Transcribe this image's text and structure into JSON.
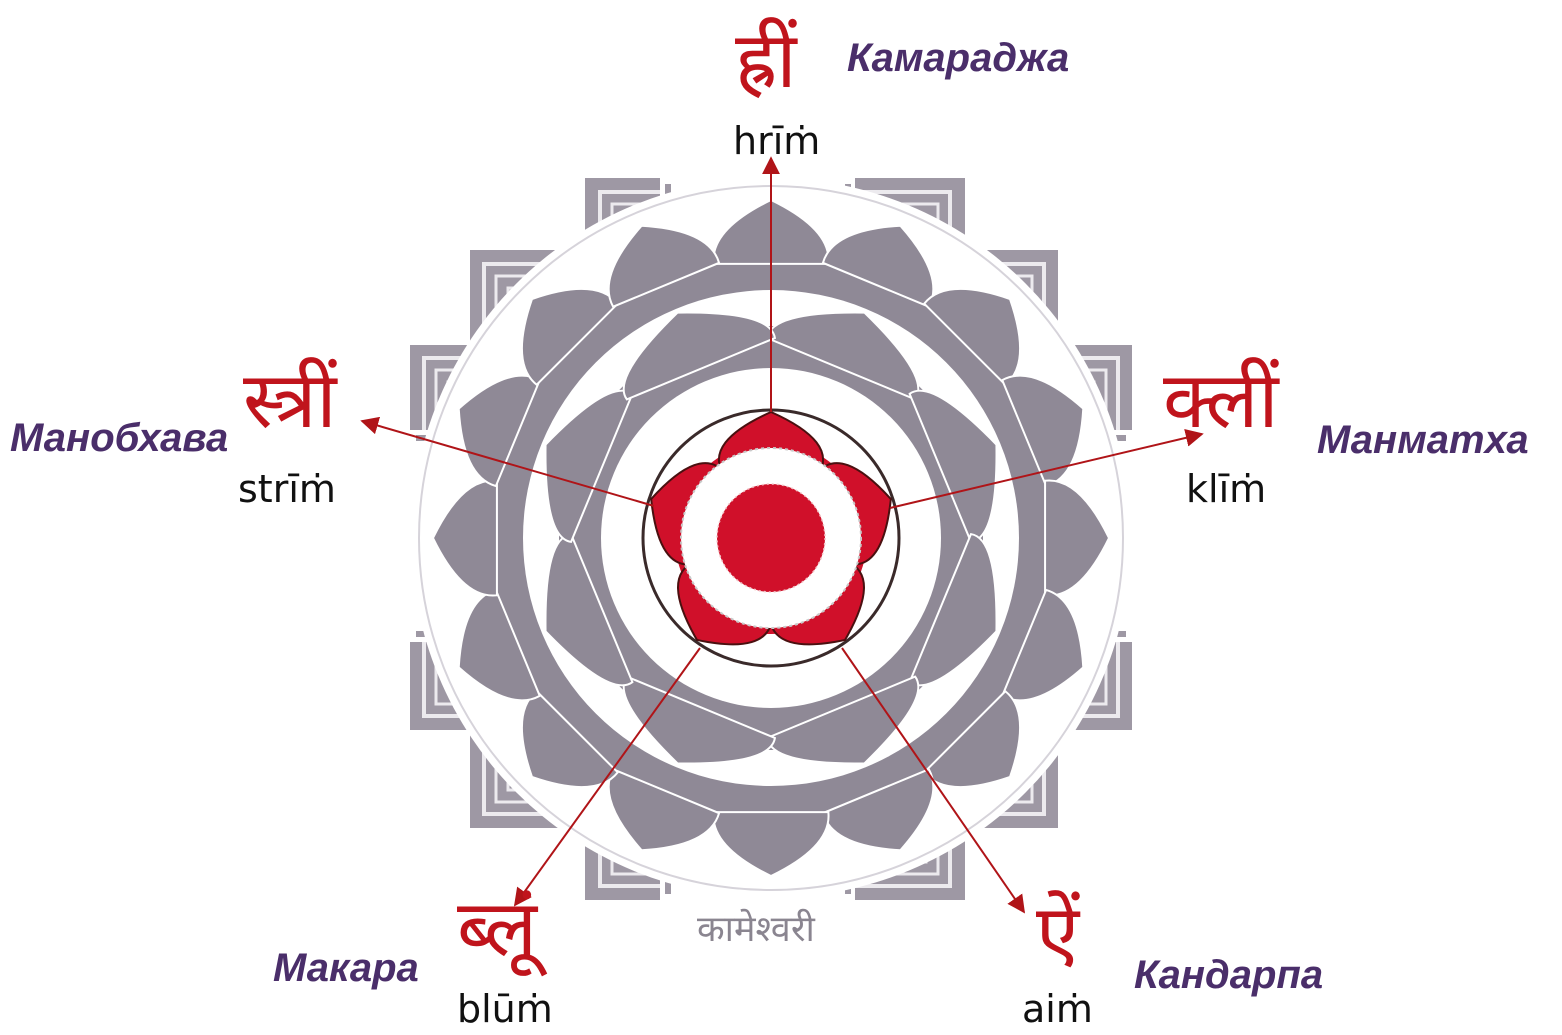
{
  "caption": "कामेश्वरी",
  "colors": {
    "frame": "#9e98a4",
    "frame_light": "#e8e6ea",
    "lotus": "#8f8996",
    "center_red": "#d0102a",
    "arrow": "#b01418",
    "bija_text": "#c0141c",
    "name_text": "#4a2e6a"
  },
  "bijas": [
    {
      "id": "hrim",
      "devanagari": "ह्रीं",
      "translit": "hrīṁ",
      "name": "Камараджа"
    },
    {
      "id": "klim",
      "devanagari": "क्लीं",
      "translit": "klīṁ",
      "name": "Манматха"
    },
    {
      "id": "aim",
      "devanagari": "ऐं",
      "translit": "aiṁ",
      "name": "Кандарпа"
    },
    {
      "id": "blum",
      "devanagari": "ब्लूं",
      "translit": "blūṁ",
      "name": "Макара"
    },
    {
      "id": "strim",
      "devanagari": "स्त्रीं",
      "translit": "strīṁ",
      "name": "Манобхава"
    }
  ]
}
